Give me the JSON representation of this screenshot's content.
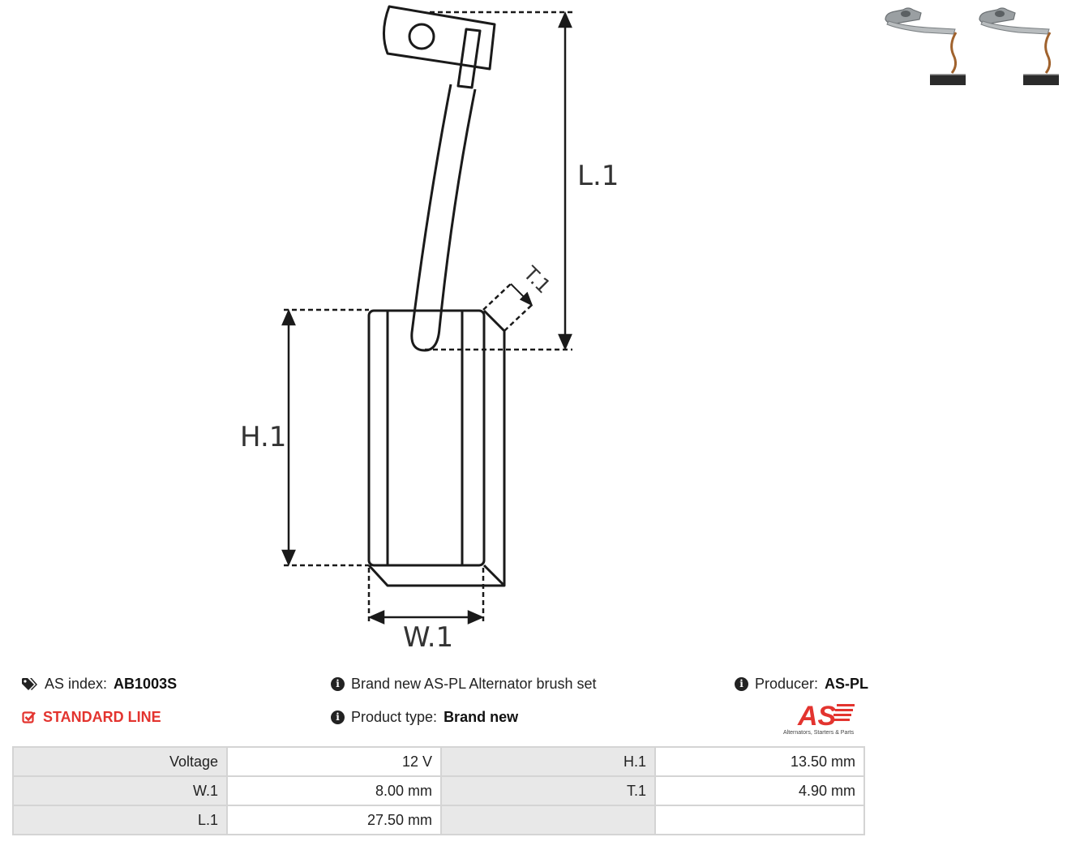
{
  "diagram": {
    "labels": {
      "l1": "L.1",
      "h1": "H.1",
      "w1": "W.1",
      "t1": "T.1"
    }
  },
  "product_thumbnail": {
    "alt": "Alternator brush set photo"
  },
  "info": {
    "as_index_label": "AS index:",
    "as_index_value": "AB1003S",
    "line_label": "STANDARD LINE",
    "description": "Brand new AS-PL Alternator brush set",
    "product_type_label": "Product type:",
    "product_type_value": "Brand new",
    "producer_label": "Producer:",
    "producer_value": "AS-PL"
  },
  "logo": {
    "text": "AS",
    "tagline": "Alternators, Starters & Parts"
  },
  "colors": {
    "accent": "#e3342f",
    "label_bg": "#e8e8e8",
    "border": "#d4d4d4"
  },
  "specs": [
    {
      "label": "Voltage",
      "value": "12 V",
      "label2": "H.1",
      "value2": "13.50 mm"
    },
    {
      "label": "W.1",
      "value": "8.00 mm",
      "label2": "T.1",
      "value2": "4.90 mm"
    },
    {
      "label": "L.1",
      "value": "27.50 mm",
      "label2": "",
      "value2": ""
    }
  ]
}
